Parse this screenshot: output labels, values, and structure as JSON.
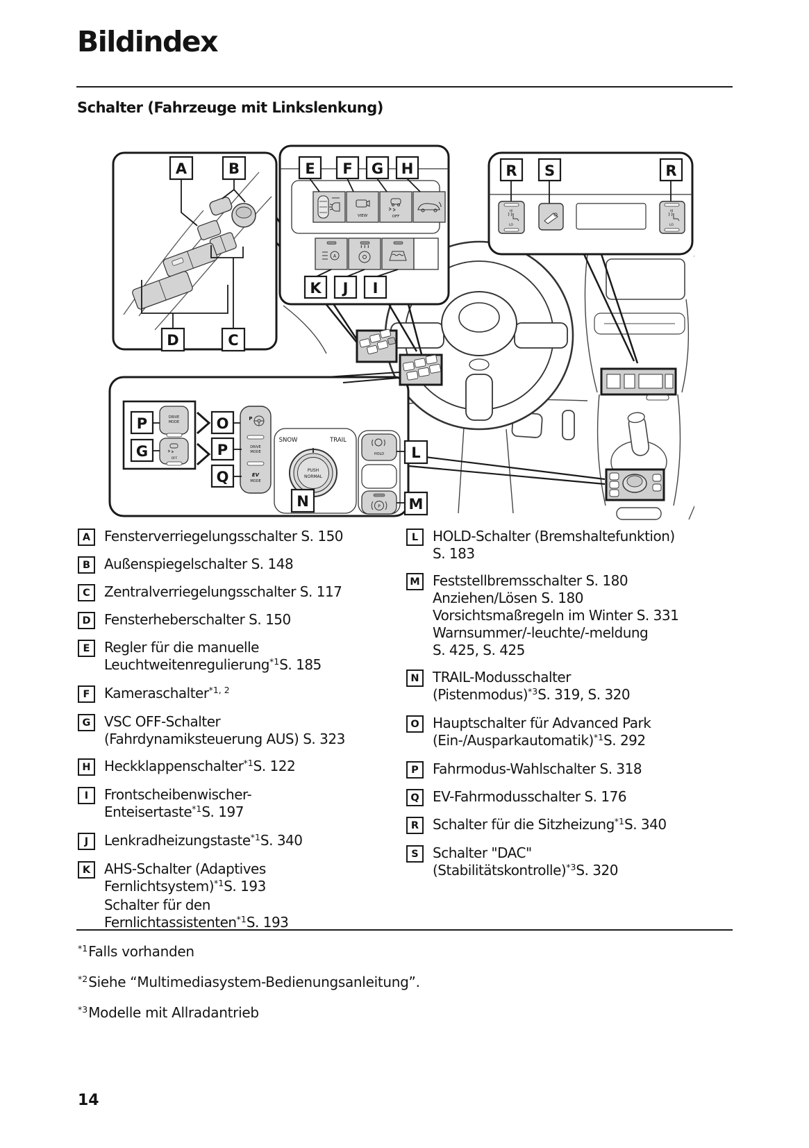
{
  "page": {
    "title": "Bildindex",
    "section_heading": "Schalter (Fahrzeuge mit Linkslenkung)",
    "page_number": "14"
  },
  "diagram": {
    "callouts": {
      "a": "A",
      "b": "B",
      "c": "C",
      "d": "D",
      "e": "E",
      "f": "F",
      "g": "G",
      "h": "H",
      "i": "I",
      "j": "J",
      "k": "K",
      "l": "L",
      "m": "M",
      "n": "N",
      "o": "O",
      "p": "P",
      "q": "Q",
      "r": "R",
      "s": "S"
    },
    "labels": {
      "view": "VIEW",
      "off": "OFF",
      "auto": "A",
      "snow": "SNOW",
      "trail": "TRAIL",
      "push": "PUSH",
      "normal": "NORMAL",
      "hold": "HOLD",
      "drive": "DRIVE",
      "mode": "MODE",
      "ev": "EV",
      "p": "P",
      "hi": "HI",
      "lo": "LO"
    }
  },
  "legend": {
    "left": [
      {
        "letter": "A",
        "lines": [
          [
            "Fensterverriegelungsschalter S. 150"
          ]
        ]
      },
      {
        "letter": "B",
        "lines": [
          [
            "Außenspiegelschalter S. 148"
          ]
        ]
      },
      {
        "letter": "C",
        "lines": [
          [
            "Zentralverriegelungsschalter S. 117"
          ]
        ]
      },
      {
        "letter": "D",
        "lines": [
          [
            "Fensterheberschalter S. 150"
          ]
        ]
      },
      {
        "letter": "E",
        "lines": [
          [
            "Regler für die manuelle"
          ],
          [
            "Leuchtweitenregulierung",
            {
              "sup": "*1"
            },
            "S. 185"
          ]
        ]
      },
      {
        "letter": "F",
        "lines": [
          [
            "Kameraschalter",
            {
              "sup": "*1, 2"
            }
          ]
        ]
      },
      {
        "letter": "G",
        "lines": [
          [
            "VSC OFF-Schalter"
          ],
          [
            "(Fahrdynamiksteuerung AUS) S. 323"
          ]
        ]
      },
      {
        "letter": "H",
        "lines": [
          [
            "Heckklappenschalter",
            {
              "sup": "*1"
            },
            "S. 122"
          ]
        ]
      },
      {
        "letter": "I",
        "lines": [
          [
            "Frontscheibenwischer-"
          ],
          [
            "Enteisertaste",
            {
              "sup": "*1"
            },
            "S. 197"
          ]
        ]
      },
      {
        "letter": "J",
        "lines": [
          [
            "Lenkradheizungstaste",
            {
              "sup": "*1"
            },
            "S. 340"
          ]
        ]
      },
      {
        "letter": "K",
        "lines": [
          [
            "AHS-Schalter (Adaptives"
          ],
          [
            "Fernlichtsystem)",
            {
              "sup": "*1"
            },
            "S. 193"
          ],
          [
            "Schalter für den"
          ],
          [
            "Fernlichtassistenten",
            {
              "sup": "*1"
            },
            "S. 193"
          ]
        ]
      }
    ],
    "right": [
      {
        "letter": "L",
        "lines": [
          [
            "HOLD-Schalter (Bremshaltefunktion)"
          ],
          [
            "S. 183"
          ]
        ]
      },
      {
        "letter": "M",
        "lines": [
          [
            "Feststellbremsschalter S. 180"
          ],
          [
            "Anziehen/Lösen S. 180"
          ],
          [
            "Vorsichtsmaßregeln im Winter S. 331"
          ],
          [
            "Warnsummer/-leuchte/-meldung"
          ],
          [
            "S. 425, S. 425"
          ]
        ]
      },
      {
        "letter": "N",
        "lines": [
          [
            "TRAIL-Modusschalter"
          ],
          [
            "(Pistenmodus)",
            {
              "sup": "*3"
            },
            "S. 319, S. 320"
          ]
        ]
      },
      {
        "letter": "O",
        "lines": [
          [
            "Hauptschalter für Advanced Park"
          ],
          [
            "(Ein-/Ausparkautomatik)",
            {
              "sup": "*1"
            },
            "S. 292"
          ]
        ]
      },
      {
        "letter": "P",
        "lines": [
          [
            "Fahrmodus-Wahlschalter S. 318"
          ]
        ]
      },
      {
        "letter": "Q",
        "lines": [
          [
            "EV-Fahrmodusschalter S. 176"
          ]
        ]
      },
      {
        "letter": "R",
        "lines": [
          [
            "Schalter für die Sitzheizung",
            {
              "sup": "*1"
            },
            "S. 340"
          ]
        ]
      },
      {
        "letter": "S",
        "lines": [
          [
            "Schalter \"DAC\""
          ],
          [
            "(Stabilitätskontrolle)",
            {
              "sup": "*3"
            },
            "S. 320"
          ]
        ]
      }
    ]
  },
  "footnotes": [
    {
      "marker": "*1",
      "text": "Falls vorhanden"
    },
    {
      "marker": "*2",
      "text": "Siehe “Multimediasystem-Bedienungsanleitung”."
    },
    {
      "marker": "*3",
      "text": "Modelle mit Allradantrieb"
    }
  ]
}
